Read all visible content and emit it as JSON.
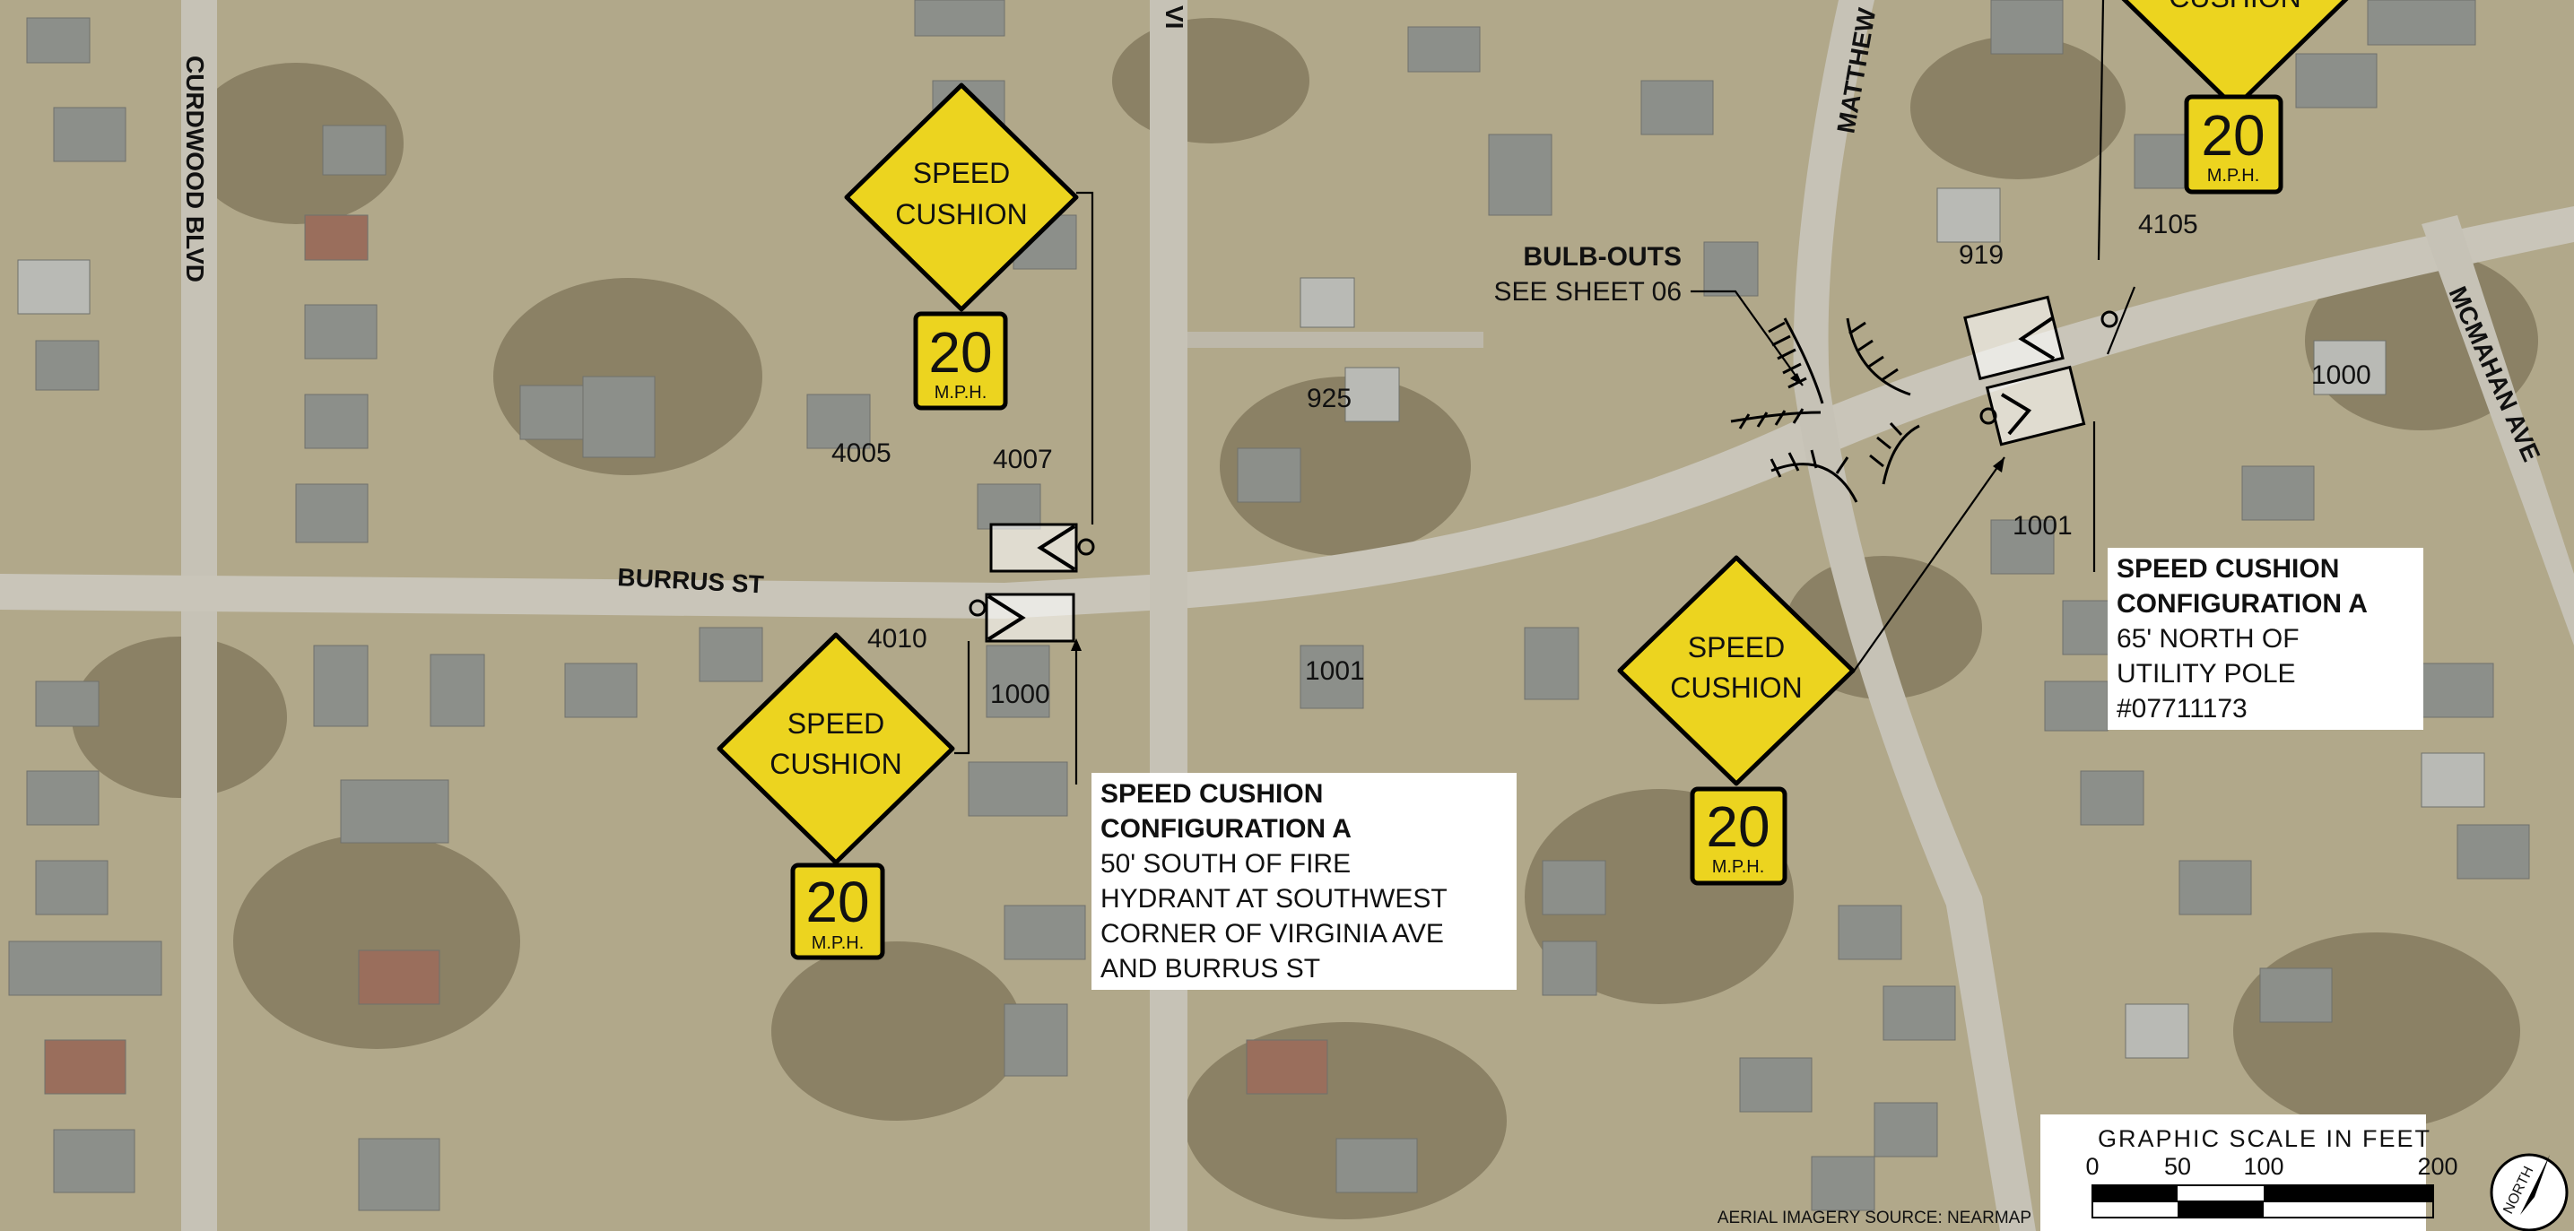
{
  "streets": {
    "curdwood": "CURDWOOD BLVD",
    "burrus": "BURRUS ST",
    "virginia": "VI",
    "matthews": "MATTHEW",
    "mcmahan": "MCMAHAN AVE"
  },
  "addresses": {
    "a4005": "4005",
    "a4007": "4007",
    "a4010": "4010",
    "a1000w": "1000",
    "a1001w": "1001",
    "a925": "925",
    "a919": "919",
    "a4105": "4105",
    "a1000e": "1000",
    "a1001e": "1001"
  },
  "signs": {
    "cushion_line1": "SPEED",
    "cushion_line2": "CUSHION",
    "speed_value": "20",
    "speed_unit": "M.P.H."
  },
  "callouts": {
    "west": {
      "title1": "SPEED CUSHION",
      "title2": "CONFIGURATION A",
      "lines": [
        "50' SOUTH OF FIRE",
        "HYDRANT AT SOUTHWEST",
        "CORNER OF VIRGINIA AVE",
        "AND BURRUS ST"
      ]
    },
    "east": {
      "title1": "SPEED CUSHION",
      "title2": "CONFIGURATION A",
      "lines": [
        "65' NORTH OF",
        "UTILITY POLE",
        "#07711173"
      ]
    },
    "bulbouts": {
      "title": "BULB-OUTS",
      "line": "SEE SHEET 06"
    }
  },
  "scale": {
    "title": "GRAPHIC SCALE IN FEET",
    "ticks": [
      "0",
      "50",
      "100",
      "200"
    ]
  },
  "north_label": "NORTH",
  "source": "AERIAL IMAGERY SOURCE: NEARMAP",
  "colors": {
    "sign_yellow": "#ecd41f",
    "aerial_base": "#b7ad90",
    "road": "#c9c6bd"
  }
}
